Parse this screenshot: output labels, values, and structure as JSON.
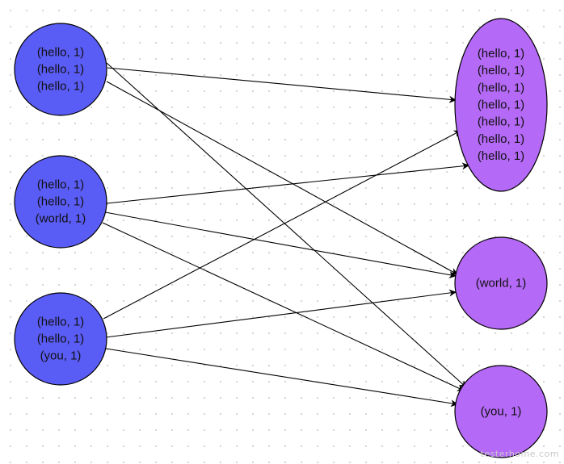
{
  "diagram": {
    "colors": {
      "map_node_fill": "#5a5cf6",
      "reduce_node_fill": "#b569f7",
      "node_stroke": "#000000",
      "edge": "#000000"
    },
    "map_nodes": [
      {
        "id": "map-1",
        "lines": [
          "(hello, 1)",
          "(hello, 1)",
          "(hello, 1)"
        ]
      },
      {
        "id": "map-2",
        "lines": [
          "(hello, 1)",
          "(hello, 1)",
          "(world, 1)"
        ]
      },
      {
        "id": "map-3",
        "lines": [
          "(hello, 1)",
          "(hello, 1)",
          "(you, 1)"
        ]
      }
    ],
    "reduce_nodes": [
      {
        "id": "reduce-hello",
        "lines": [
          "(hello, 1)",
          "(hello, 1)",
          "(hello, 1)",
          "(hello, 1)",
          "(hello, 1)",
          "(hello, 1)",
          "(hello, 1)"
        ]
      },
      {
        "id": "reduce-world",
        "lines": [
          "(world, 1)"
        ]
      },
      {
        "id": "reduce-you",
        "lines": [
          "(you, 1)"
        ]
      }
    ],
    "edges": [
      {
        "from": "map-1",
        "to": "reduce-hello"
      },
      {
        "from": "map-1",
        "to": "reduce-world"
      },
      {
        "from": "map-1",
        "to": "reduce-you"
      },
      {
        "from": "map-2",
        "to": "reduce-hello"
      },
      {
        "from": "map-2",
        "to": "reduce-world"
      },
      {
        "from": "map-2",
        "to": "reduce-you"
      },
      {
        "from": "map-3",
        "to": "reduce-hello"
      },
      {
        "from": "map-3",
        "to": "reduce-world"
      },
      {
        "from": "map-3",
        "to": "reduce-you"
      }
    ]
  },
  "watermark": "testerhome.com"
}
